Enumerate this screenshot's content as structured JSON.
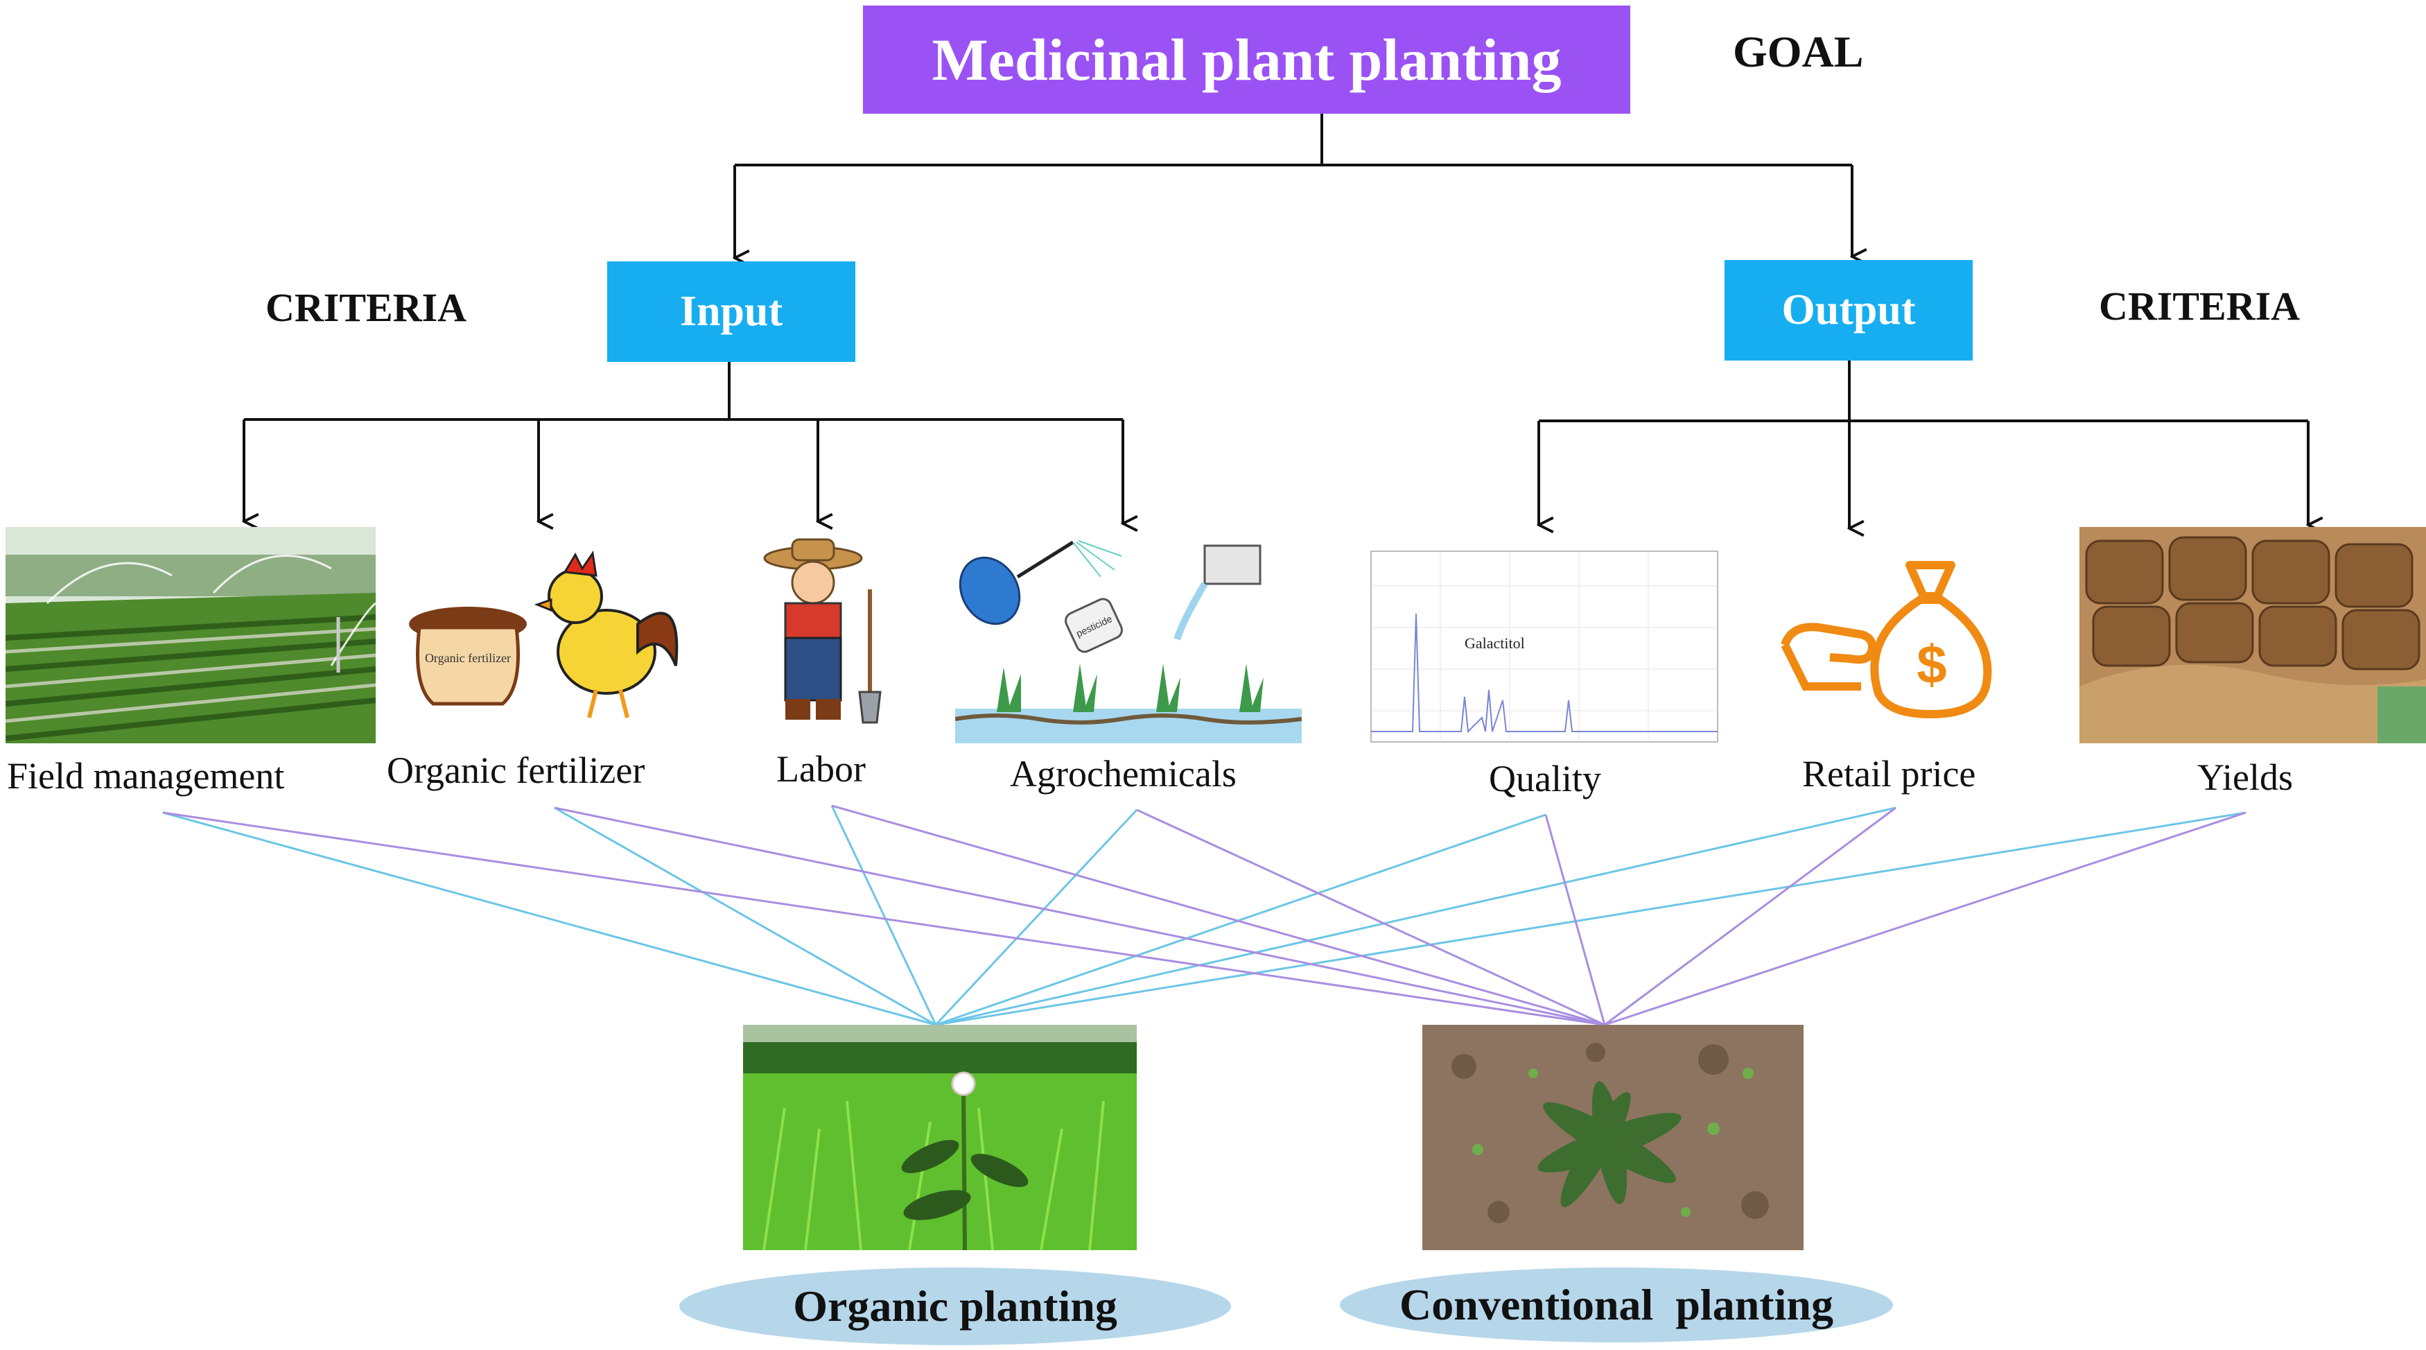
{
  "goal": {
    "title": "Medicinal plant planting",
    "tag": "GOAL"
  },
  "criteria": {
    "left_tag": "CRITERIA",
    "right_tag": "CRITERIA",
    "input": "Input",
    "output": "Output"
  },
  "items": {
    "field_management": "Field management",
    "organic_fertilizer": "Organic fertilizer",
    "labor": "Labor",
    "agrochemicals": "Agrochemicals",
    "quality": "Quality",
    "retail_price": "Retail price",
    "yields": "Yields"
  },
  "image_text": {
    "fertilizer_bag": "Organic fertilizer",
    "pesticide": "pesticide",
    "peak_label": "Galactitol",
    "price_symbol": "$"
  },
  "alternatives": {
    "organic": "Organic planting",
    "conventional": "Conventional  planting"
  },
  "colors": {
    "goal": "#9b52f5",
    "criteria": "#16aef0",
    "alternative_ellipse": "#b6d6ea",
    "link_blue": "#6cc6e6",
    "link_purple": "#a98ee0"
  }
}
